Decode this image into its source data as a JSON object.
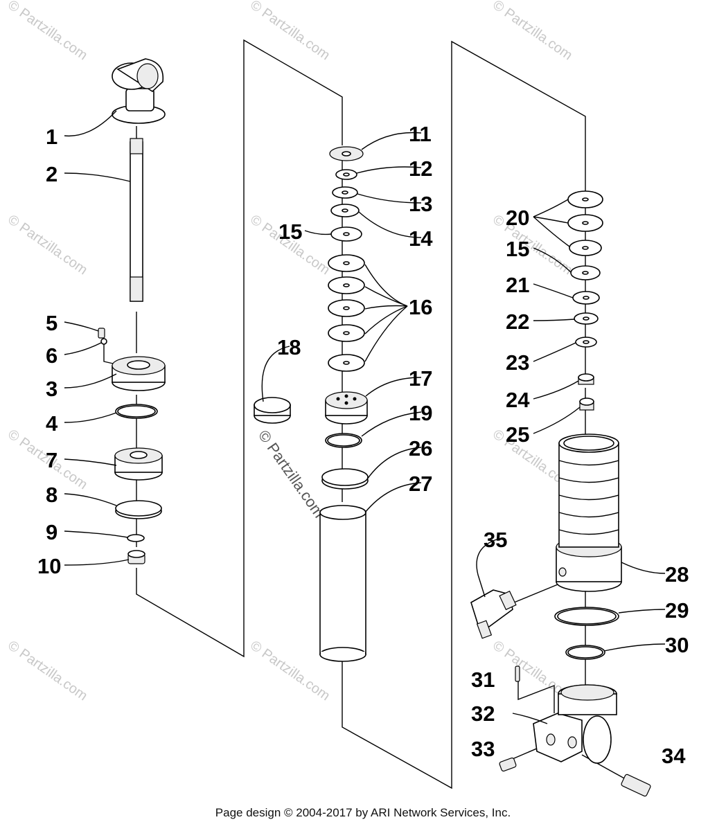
{
  "callouts": [
    "1",
    "2",
    "3",
    "4",
    "5",
    "6",
    "7",
    "8",
    "9",
    "10",
    "11",
    "12",
    "13",
    "14",
    "15",
    "16",
    "17",
    "18",
    "19",
    "20",
    "15",
    "21",
    "22",
    "23",
    "24",
    "25",
    "26",
    "27",
    "28",
    "29",
    "30",
    "31",
    "32",
    "33",
    "34",
    "35"
  ],
  "watermark": "© Partzilla.com",
  "footer": "Page design © 2004-2017 by ARI Network Services, Inc."
}
